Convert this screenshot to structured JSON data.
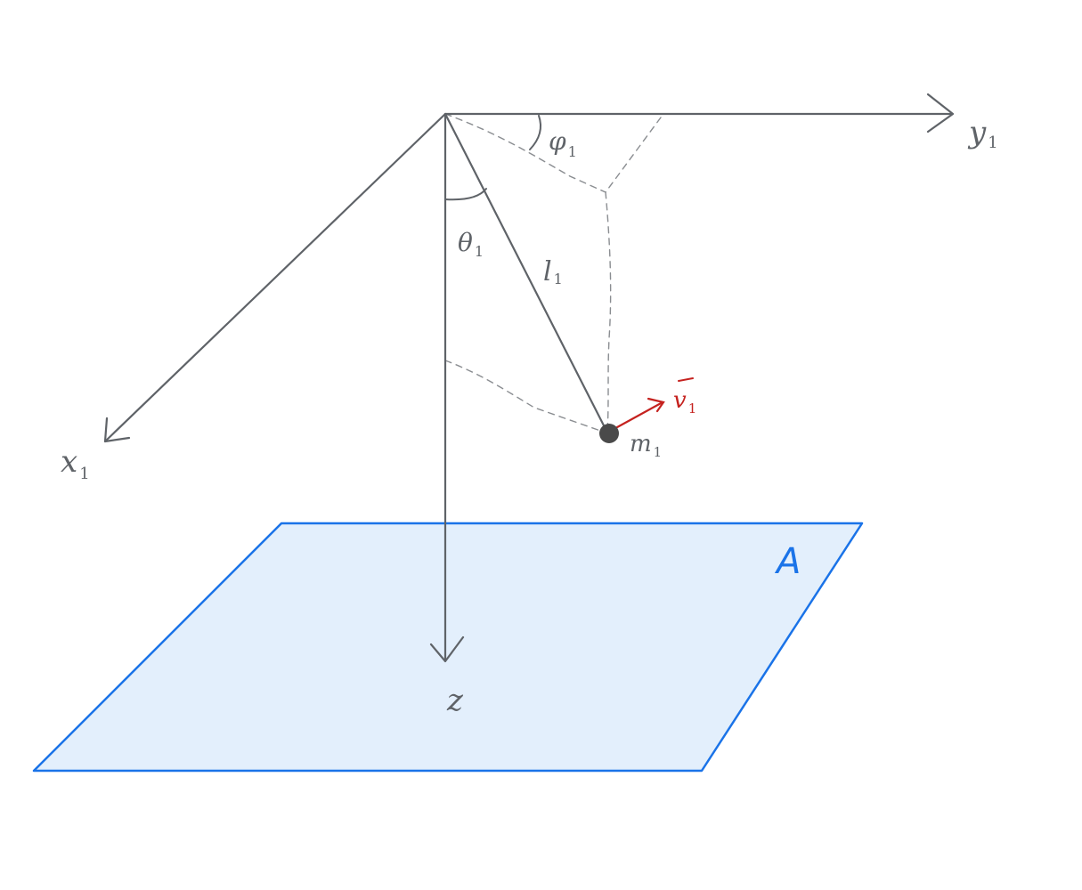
{
  "labels": {
    "x_axis": {
      "main": "x",
      "sub": "1"
    },
    "y_axis": {
      "main": "y",
      "sub": "1"
    },
    "z_axis": {
      "main": "z"
    },
    "phi_angle": {
      "main": "φ",
      "sub": "1"
    },
    "theta_angle": {
      "main": "θ",
      "sub": "1"
    },
    "length": {
      "main": "l",
      "sub": "1"
    },
    "mass": {
      "main": "m",
      "sub": "1"
    },
    "velocity": {
      "main": "v",
      "sub": "1"
    },
    "plane": "A"
  },
  "colors": {
    "axis": "#5f6368",
    "plane_fill": "#e3effc",
    "plane_stroke": "#1a73e8",
    "velocity": "#c5221f",
    "mass": "#4a4a4a"
  }
}
